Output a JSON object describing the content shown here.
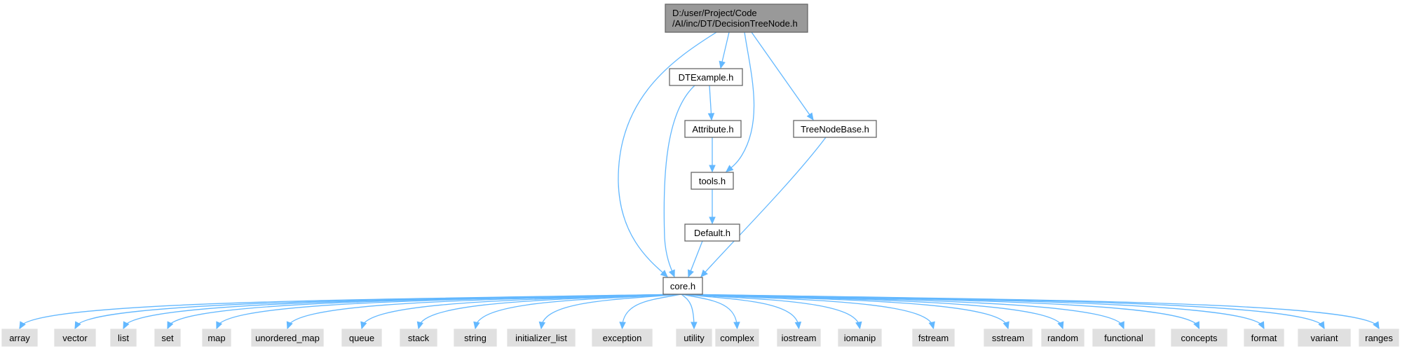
{
  "colors": {
    "edge": "#63b8ff",
    "root_fill": "#999999",
    "local_fill": "#ffffff",
    "system_fill": "#e0e0e0",
    "border": "#666666"
  },
  "nodes": {
    "root": [
      "D:/user/Project/Code",
      "/AI/inc/DT/DecisionTreeNode.h"
    ],
    "dtexample": "DTExample.h",
    "attribute": "Attribute.h",
    "treenodebase": "TreeNodeBase.h",
    "tools": "tools.h",
    "default": "Default.h",
    "core": "core.h",
    "std": [
      "array",
      "vector",
      "list",
      "set",
      "map",
      "unordered_map",
      "queue",
      "stack",
      "string",
      "initializer_list",
      "exception",
      "utility",
      "complex",
      "iostream",
      "iomanip",
      "fstream",
      "sstream",
      "random",
      "functional",
      "concepts",
      "format",
      "variant",
      "ranges"
    ]
  },
  "edges": [
    [
      "root",
      "core"
    ],
    [
      "root",
      "dtexample"
    ],
    [
      "root",
      "tools"
    ],
    [
      "root",
      "treenodebase"
    ],
    [
      "dtexample",
      "core"
    ],
    [
      "dtexample",
      "attribute"
    ],
    [
      "attribute",
      "tools"
    ],
    [
      "tools",
      "default"
    ],
    [
      "default",
      "core"
    ],
    [
      "treenodebase",
      "core"
    ]
  ]
}
